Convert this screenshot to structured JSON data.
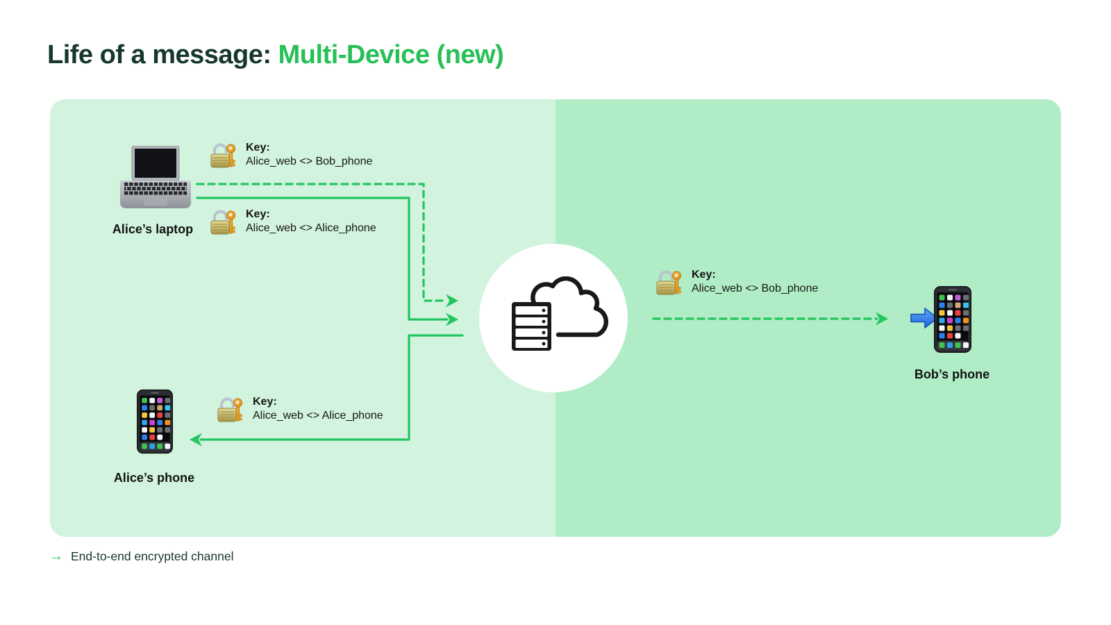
{
  "title": {
    "prefix": "Life of a message: ",
    "highlight": "Multi-Device (new)"
  },
  "colors": {
    "accent": "#22c55e",
    "title_green": "#26c056",
    "title_dark": "#16382a",
    "panel_light": "#d2f3de",
    "panel_dark": "#b0ecc5",
    "ink": "#151515"
  },
  "nodes": {
    "alice_laptop": {
      "label": "Alice’s laptop"
    },
    "alice_phone": {
      "label": "Alice’s phone"
    },
    "bob_phone": {
      "label": "Bob’s phone"
    }
  },
  "keys": [
    {
      "title": "Key:",
      "pair": "Alice_web <> Bob_phone"
    },
    {
      "title": "Key:",
      "pair": "Alice_web <> Alice_phone"
    },
    {
      "title": "Key:",
      "pair": "Alice_web <> Alice_phone"
    },
    {
      "title": "Key:",
      "pair": "Alice_web <> Bob_phone"
    }
  ],
  "legend": {
    "arrow": "→",
    "label": "End-to-end encrypted channel"
  },
  "icons": {
    "lock": "lock-with-key (🔐)",
    "laptop": "laptop (💻)",
    "phone": "mobile-phone (📱)",
    "blue_arrow": "right-arrow (➡️)",
    "server": "server-cloud"
  }
}
